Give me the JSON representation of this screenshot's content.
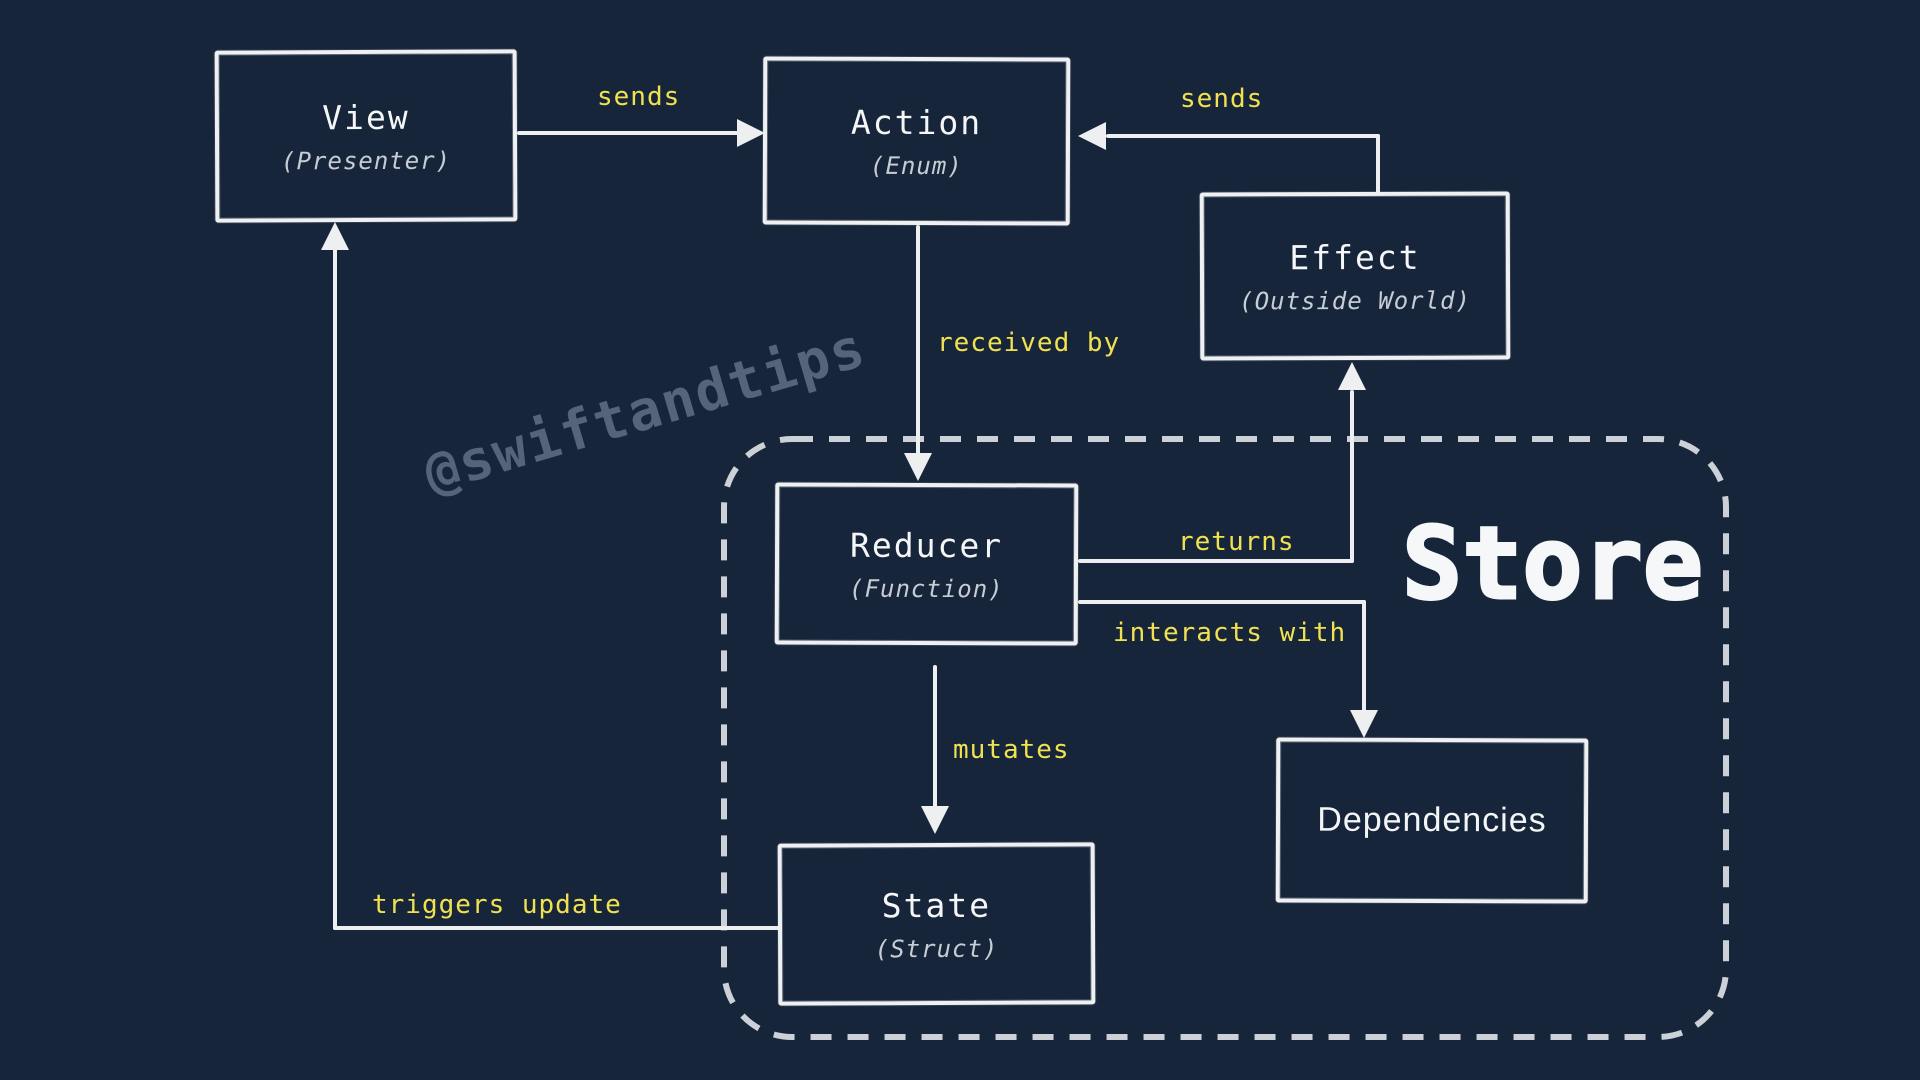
{
  "canvas": {
    "background_color": "#16253a",
    "stroke_color": "#edeff1",
    "label_color": "#f0e151",
    "subtitle_color": "#c7cdd5",
    "dashed_border_color": "#ccd1d7",
    "watermark_color": "#55647b"
  },
  "watermark": {
    "text": "@swiftandtips"
  },
  "store": {
    "label": "Store"
  },
  "nodes": {
    "view": {
      "title": "View",
      "subtitle": "(Presenter)"
    },
    "action": {
      "title": "Action",
      "subtitle": "(Enum)"
    },
    "effect": {
      "title": "Effect",
      "subtitle": "(Outside World)"
    },
    "reducer": {
      "title": "Reducer",
      "subtitle": "(Function)"
    },
    "state": {
      "title": "State",
      "subtitle": "(Struct)"
    },
    "dependencies": {
      "title": "Dependencies"
    }
  },
  "edges": {
    "view_action": {
      "label": "sends"
    },
    "effect_action": {
      "label": "sends"
    },
    "action_reducer": {
      "label": "received by"
    },
    "reducer_effect": {
      "label": "returns"
    },
    "reducer_dependencies": {
      "label": "interacts with"
    },
    "reducer_state": {
      "label": "mutates"
    },
    "state_view": {
      "label": "triggers update"
    }
  }
}
